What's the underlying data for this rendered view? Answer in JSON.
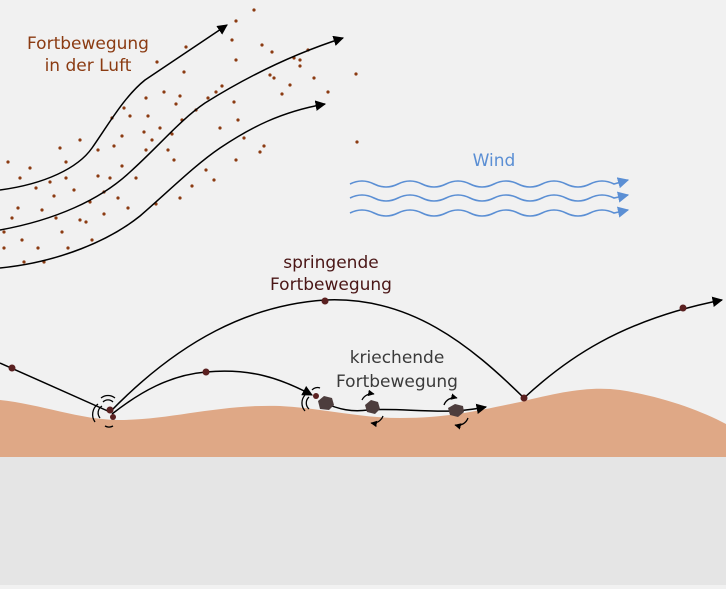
{
  "labels": {
    "air_line1": "Fortbewegung",
    "air_line2": "in der Luft",
    "wind": "Wind",
    "saltation_line1": "springende",
    "saltation_line2": "Fortbewegung",
    "creep_line1": "kriechende",
    "creep_line2": "Fortbewegung"
  },
  "colors": {
    "background": "#f1f1f1",
    "lower_panel": "#e5e5e5",
    "sand": "#dfa886",
    "particle": "#8b3b12",
    "air_text": "#8b3b12",
    "wind": "#5b8fd4",
    "saltation_text": "#4a1616",
    "creep_text": "#3a3a3a",
    "grain": "#5a2020",
    "pebble": "#4d3d3d",
    "line": "#000000"
  },
  "icons": {
    "impact": "impact-splash-icon",
    "roll": "rolling-arrows-icon"
  }
}
